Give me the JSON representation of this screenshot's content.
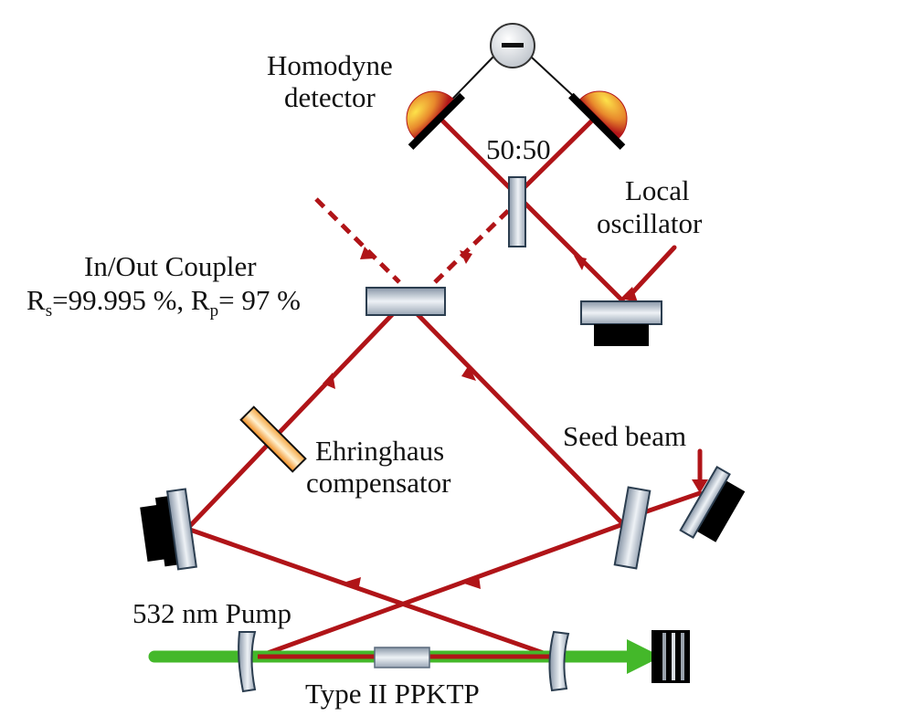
{
  "labels": {
    "homodyne_1": "Homodyne",
    "homodyne_2": "detector",
    "bs": "50:50",
    "lo_1": "Local",
    "lo_2": "oscillator",
    "coupler_title": "In/Out Coupler",
    "rs_R": "R",
    "rs_sub": "s",
    "rs_val": "=99.995 %, ",
    "rp_R": "R",
    "rp_sub": "p",
    "rp_val": "= 97 %",
    "ehr_1": "Ehringhaus",
    "ehr_2": "compensator",
    "seed": "Seed beam",
    "pump": "532 nm Pump",
    "crystal": "Type II PPKTP"
  },
  "colors": {
    "beam": "#b01418",
    "pump": "#44b82a",
    "mount": "#000000",
    "optic_gray": "#c4ccd6",
    "detector_orange": "#e8892c",
    "compensator": "#f5a640"
  },
  "icons": {
    "subtractor": "minus-icon",
    "detector": "photodiode-icon"
  }
}
